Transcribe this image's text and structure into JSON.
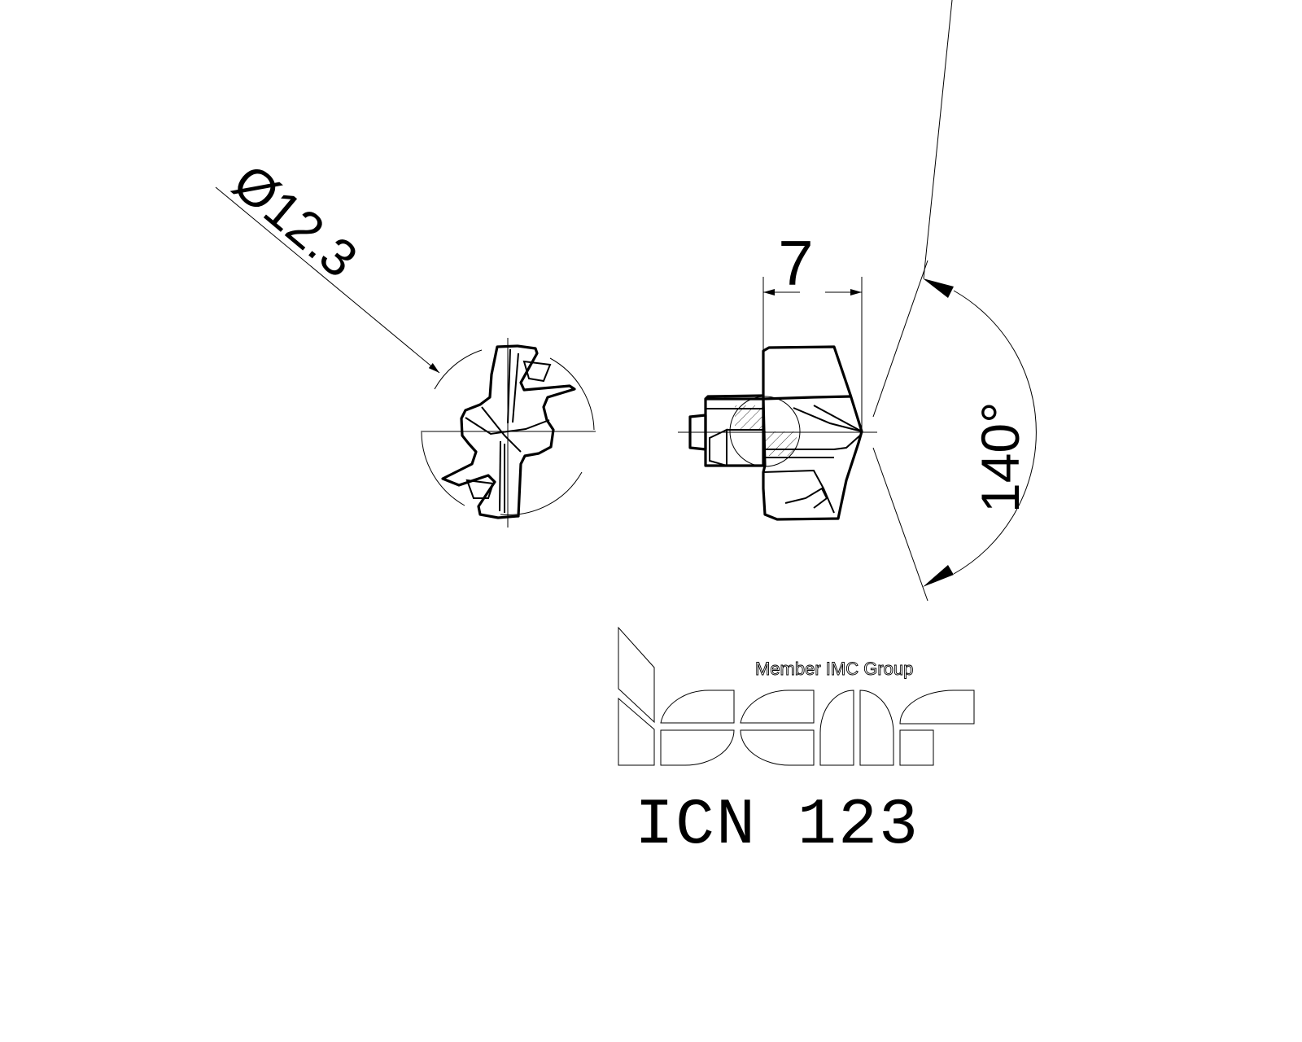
{
  "drawing": {
    "diameter_label": "Ø12.3",
    "depth_label": "7",
    "angle_label": "140°"
  },
  "logo": {
    "brand": "iscar",
    "tagline": "Member IMC Group"
  },
  "product": {
    "code": "ICN 123"
  },
  "colors": {
    "line": "#000000",
    "background": "#ffffff"
  }
}
